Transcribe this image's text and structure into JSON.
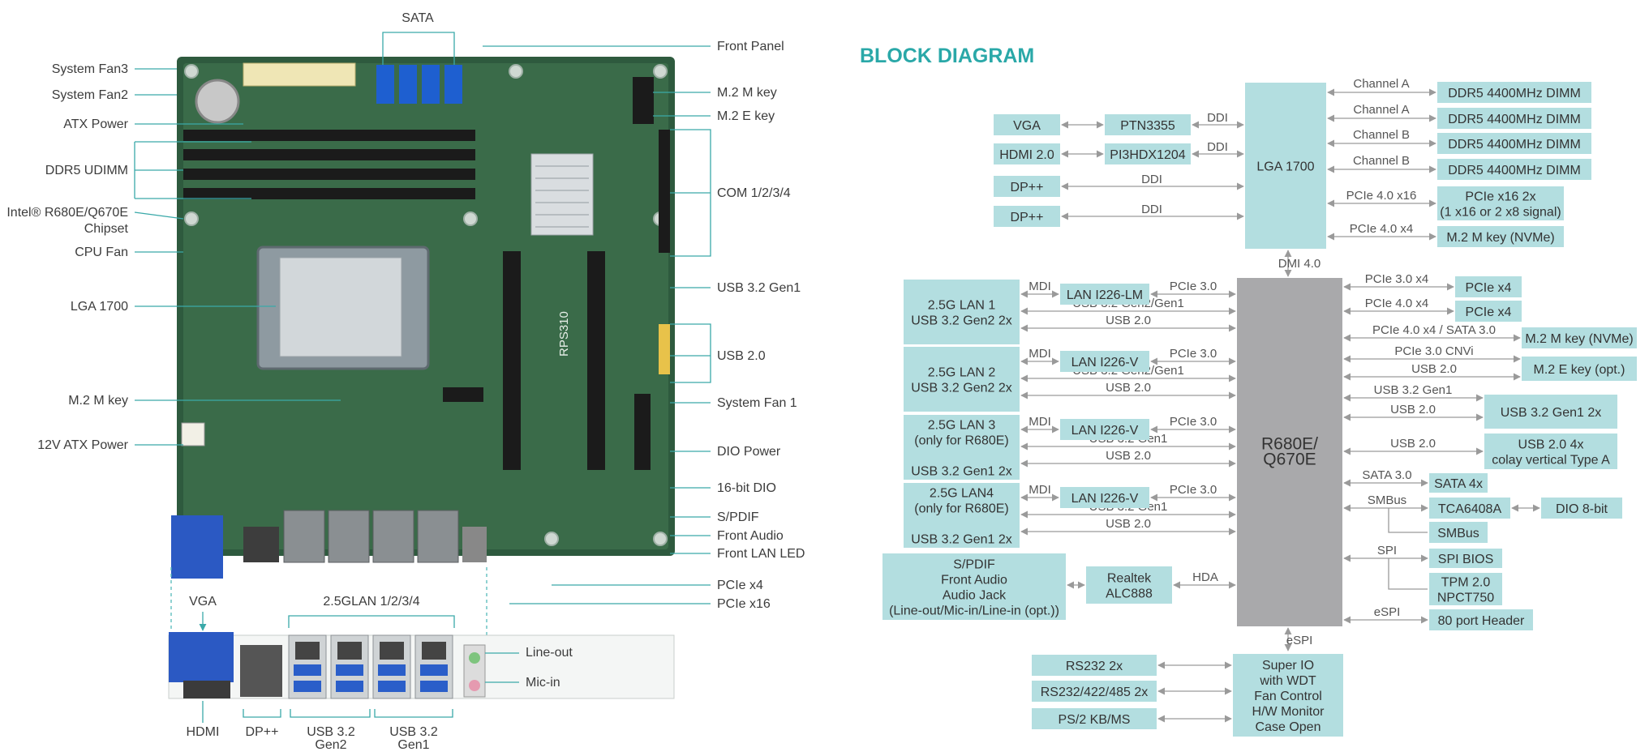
{
  "board": {
    "left_callouts": [
      "System Fan3",
      "System Fan2",
      "ATX Power",
      "DDR5 UDIMM",
      "Intel® R680E/Q670E",
      "Chipset",
      "CPU Fan",
      "LGA 1700",
      "M.2 M key",
      "12V ATX Power"
    ],
    "top_callout": "SATA",
    "right_callouts": [
      "Front Panel",
      "M.2 M key",
      "M.2 E key",
      "COM 1/2/3/4",
      "USB 3.2 Gen1",
      "USB 2.0",
      "System Fan 1",
      "DIO Power",
      "16-bit DIO",
      "S/PDIF",
      "Front Audio",
      "Front LAN LED",
      "PCIe x4",
      "PCIe x16"
    ],
    "silk_text": "RPS310",
    "io": {
      "vga": "VGA",
      "lan": "2.5GLAN 1/2/3/4",
      "line_out": "Line-out",
      "mic_in": "Mic-in",
      "hdmi": "HDMI",
      "dp": "DP++",
      "usb_gen2": [
        "USB 3.2",
        "Gen2"
      ],
      "usb_gen1": [
        "USB 3.2",
        "Gen1"
      ]
    }
  },
  "diagram": {
    "title": "BLOCK DIAGRAM",
    "cpu": "LGA 1700",
    "pch": [
      "R680E/",
      "Q670E"
    ],
    "sio": [
      "Super IO",
      "with WDT",
      "Fan Control",
      "H/W Monitor",
      "Case Open"
    ],
    "dmi": "DMI 4.0",
    "espi_bus": "eSPI",
    "cpu_left": [
      {
        "box": "VGA",
        "bridge": "PTN3355",
        "link": "DDI"
      },
      {
        "box": "HDMI 2.0",
        "bridge": "PI3HDX1204",
        "link": "DDI"
      },
      {
        "box": "DP++",
        "link": "DDI"
      },
      {
        "box": "DP++",
        "link": "DDI"
      }
    ],
    "cpu_right": [
      {
        "link": "Channel A",
        "box": "DDR5 4400MHz DIMM"
      },
      {
        "link": "Channel A",
        "box": "DDR5 4400MHz DIMM"
      },
      {
        "link": "Channel B",
        "box": "DDR5 4400MHz DIMM"
      },
      {
        "link": "Channel B",
        "box": "DDR5 4400MHz DIMM"
      },
      {
        "link": "PCIe 4.0 x16",
        "box": [
          "PCIe x16 2x",
          "(1 x16 or 2 x8 signal)"
        ]
      },
      {
        "link": "PCIe 4.0 x4",
        "box": "M.2 M key (NVMe)"
      }
    ],
    "lan_groups": [
      {
        "box": [
          "2.5G LAN 1",
          "USB 3.2 Gen2 2x"
        ],
        "mdi": "MDI",
        "chip": "LAN I226-LM",
        "pcie": "PCIe 3.0",
        "l2": "USB 3.2 Gen2/Gen1",
        "l3": "USB 2.0"
      },
      {
        "box": [
          "2.5G LAN 2",
          "USB 3.2 Gen2 2x"
        ],
        "mdi": "MDI",
        "chip": "LAN I226-V",
        "pcie": "PCIe 3.0",
        "l2": "USB 3.2 Gen2/Gen1",
        "l3": "USB 2.0"
      },
      {
        "box": [
          "2.5G LAN 3",
          "(only for R680E)",
          "",
          "USB 3.2 Gen1 2x"
        ],
        "mdi": "MDI",
        "chip": "LAN I226-V",
        "pcie": "PCIe 3.0",
        "l2": "USB 3.2 Gen1",
        "l3": "USB 2.0"
      },
      {
        "box": [
          "2.5G LAN4",
          "(only for R680E)",
          "",
          "USB 3.2 Gen1 2x"
        ],
        "mdi": "MDI",
        "chip": "LAN I226-V",
        "pcie": "PCIe 3.0",
        "l2": "USB 3.2 Gen1",
        "l3": "USB 2.0"
      }
    ],
    "audio": {
      "box": [
        "S/PDIF",
        "Front Audio",
        "Audio Jack",
        "(Line-out/Mic-in/Line-in (opt.))"
      ],
      "codec": [
        "Realtek",
        "ALC888"
      ],
      "link": "HDA"
    },
    "pch_right": [
      {
        "link": "PCIe 3.0 x4",
        "box": "PCIe x4"
      },
      {
        "link": "PCIe 4.0 x4",
        "box": "PCIe x4"
      },
      {
        "link": "PCIe 4.0 x4 / SATA 3.0",
        "box": "M.2 M key (NVMe)"
      },
      {
        "link": "PCIe 3.0 CNVi",
        "link2": "USB 2.0",
        "box": "M.2 E key (opt.)"
      },
      {
        "link": "USB 3.2 Gen1",
        "link2": "USB 2.0",
        "box": "USB 3.2 Gen1 2x"
      },
      {
        "link": "USB 2.0",
        "box": [
          "USB 2.0 4x",
          "colay vertical Type A"
        ]
      },
      {
        "link": "SATA 3.0",
        "box": "SATA 4x"
      },
      {
        "link": "SMBus",
        "box": "TCA6408A",
        "sub": "SMBus",
        "dio": "DIO 8-bit"
      },
      {
        "link": "SPI",
        "box": "SPI BIOS",
        "sub": [
          "TPM 2.0",
          "NPCT750"
        ]
      },
      {
        "link": "eSPI",
        "box": "80 port Header"
      }
    ],
    "sio_left": [
      "RS232 2x",
      "RS232/422/485 2x",
      "PS/2 KB/MS"
    ]
  }
}
